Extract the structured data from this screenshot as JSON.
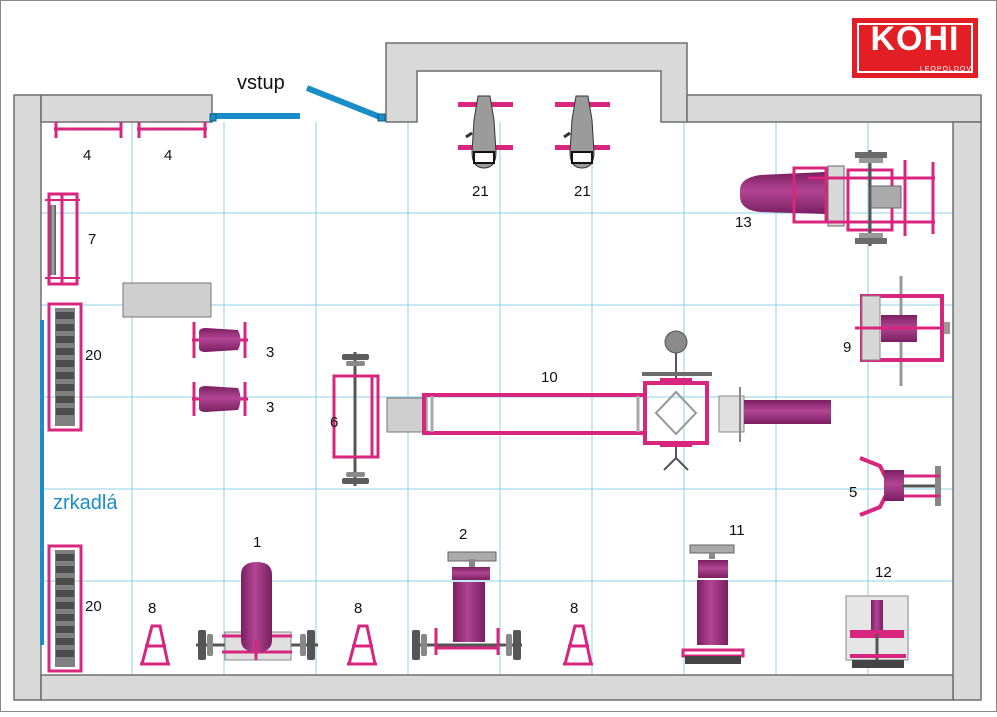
{
  "logo": {
    "main": "KOHI",
    "sub": "LEOPOLDOV"
  },
  "labels": {
    "entrance": "vstup",
    "mirrors": "zrkadlá",
    "n1": "1",
    "n2": "2",
    "n3": "3",
    "n4": "4",
    "n5": "5",
    "n6": "6",
    "n7": "7",
    "n8": "8",
    "n9": "9",
    "n10": "10",
    "n11": "11",
    "n12": "12",
    "n13": "13",
    "n20": "20",
    "n21": "21"
  },
  "colors": {
    "wall": "#d9d9d9",
    "grid": "#8fd0e6",
    "frame": "#d8257d",
    "pad": "#9b2a78",
    "weight": "#6b6b6b",
    "mirror": "#1a8cc7",
    "logo": "#e31e24"
  }
}
